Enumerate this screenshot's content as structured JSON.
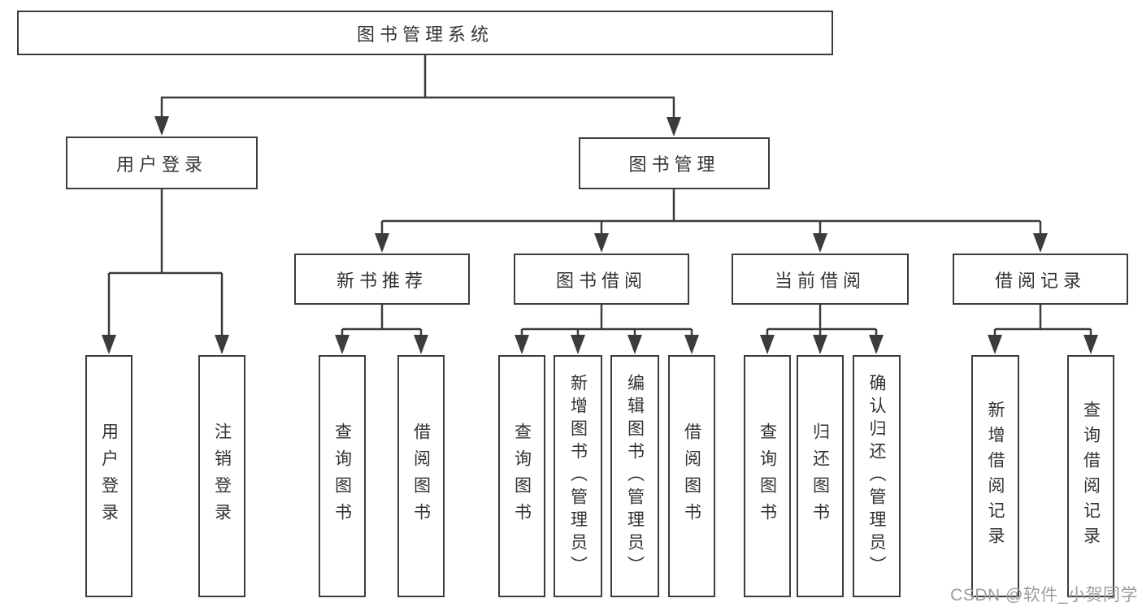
{
  "tree": {
    "label": "图书管理系统",
    "children": [
      {
        "label": "用户登录",
        "children": [
          {
            "label": "用户登录"
          },
          {
            "label": "注销登录"
          }
        ]
      },
      {
        "label": "图书管理",
        "children": [
          {
            "label": "新书推荐",
            "children": [
              {
                "label": "查询图书"
              },
              {
                "label": "借阅图书"
              }
            ]
          },
          {
            "label": "图书借阅",
            "children": [
              {
                "label": "查询图书"
              },
              {
                "label": "新增图书（管理员）"
              },
              {
                "label": "编辑图书（管理员）"
              },
              {
                "label": "借阅图书"
              }
            ]
          },
          {
            "label": "当前借阅",
            "children": [
              {
                "label": "查询图书"
              },
              {
                "label": "归还图书"
              },
              {
                "label": "确认归还（管理员）"
              }
            ]
          },
          {
            "label": "借阅记录",
            "children": [
              {
                "label": "新增借阅记录"
              },
              {
                "label": "查询借阅记录"
              }
            ]
          }
        ]
      }
    ]
  },
  "watermark": {
    "text": "CSDN @软件_小贺同学"
  },
  "colors": {
    "line": "#3c3c3c",
    "box_border": "#3c3c3c",
    "box_background": "#ffffff",
    "text": "#333333",
    "watermark": "#9d9d9d"
  }
}
